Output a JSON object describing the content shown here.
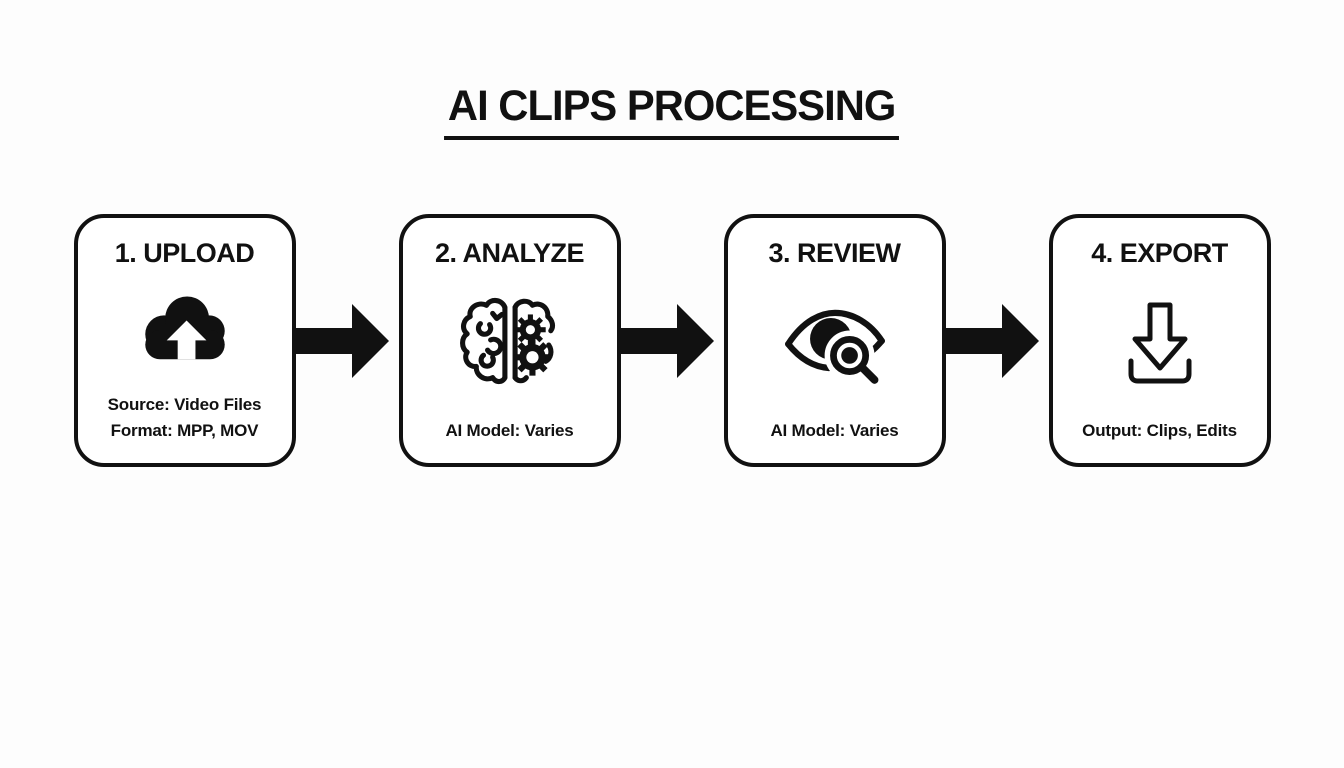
{
  "page": {
    "background": "#fdfdfd",
    "ink": "#111111",
    "card_background": "#ffffff"
  },
  "title": "AI CLIPS PROCESSING",
  "steps": [
    {
      "heading": "1. UPLOAD",
      "icon": "cloud-upload-icon",
      "details": [
        "Source: Video Files",
        "Format: MPP, MOV"
      ]
    },
    {
      "heading": "2. ANALYZE",
      "icon": "brain-gears-icon",
      "details": [
        "AI Model: Varies"
      ]
    },
    {
      "heading": "3. REVIEW",
      "icon": "eye-magnifier-icon",
      "details": [
        "AI Model: Varies"
      ]
    },
    {
      "heading": "4. EXPORT",
      "icon": "download-tray-icon",
      "details": [
        "Output: Clips, Edits"
      ]
    }
  ],
  "connectors": {
    "count": 3,
    "glyph": "solid-right-arrow",
    "color": "#111111"
  }
}
